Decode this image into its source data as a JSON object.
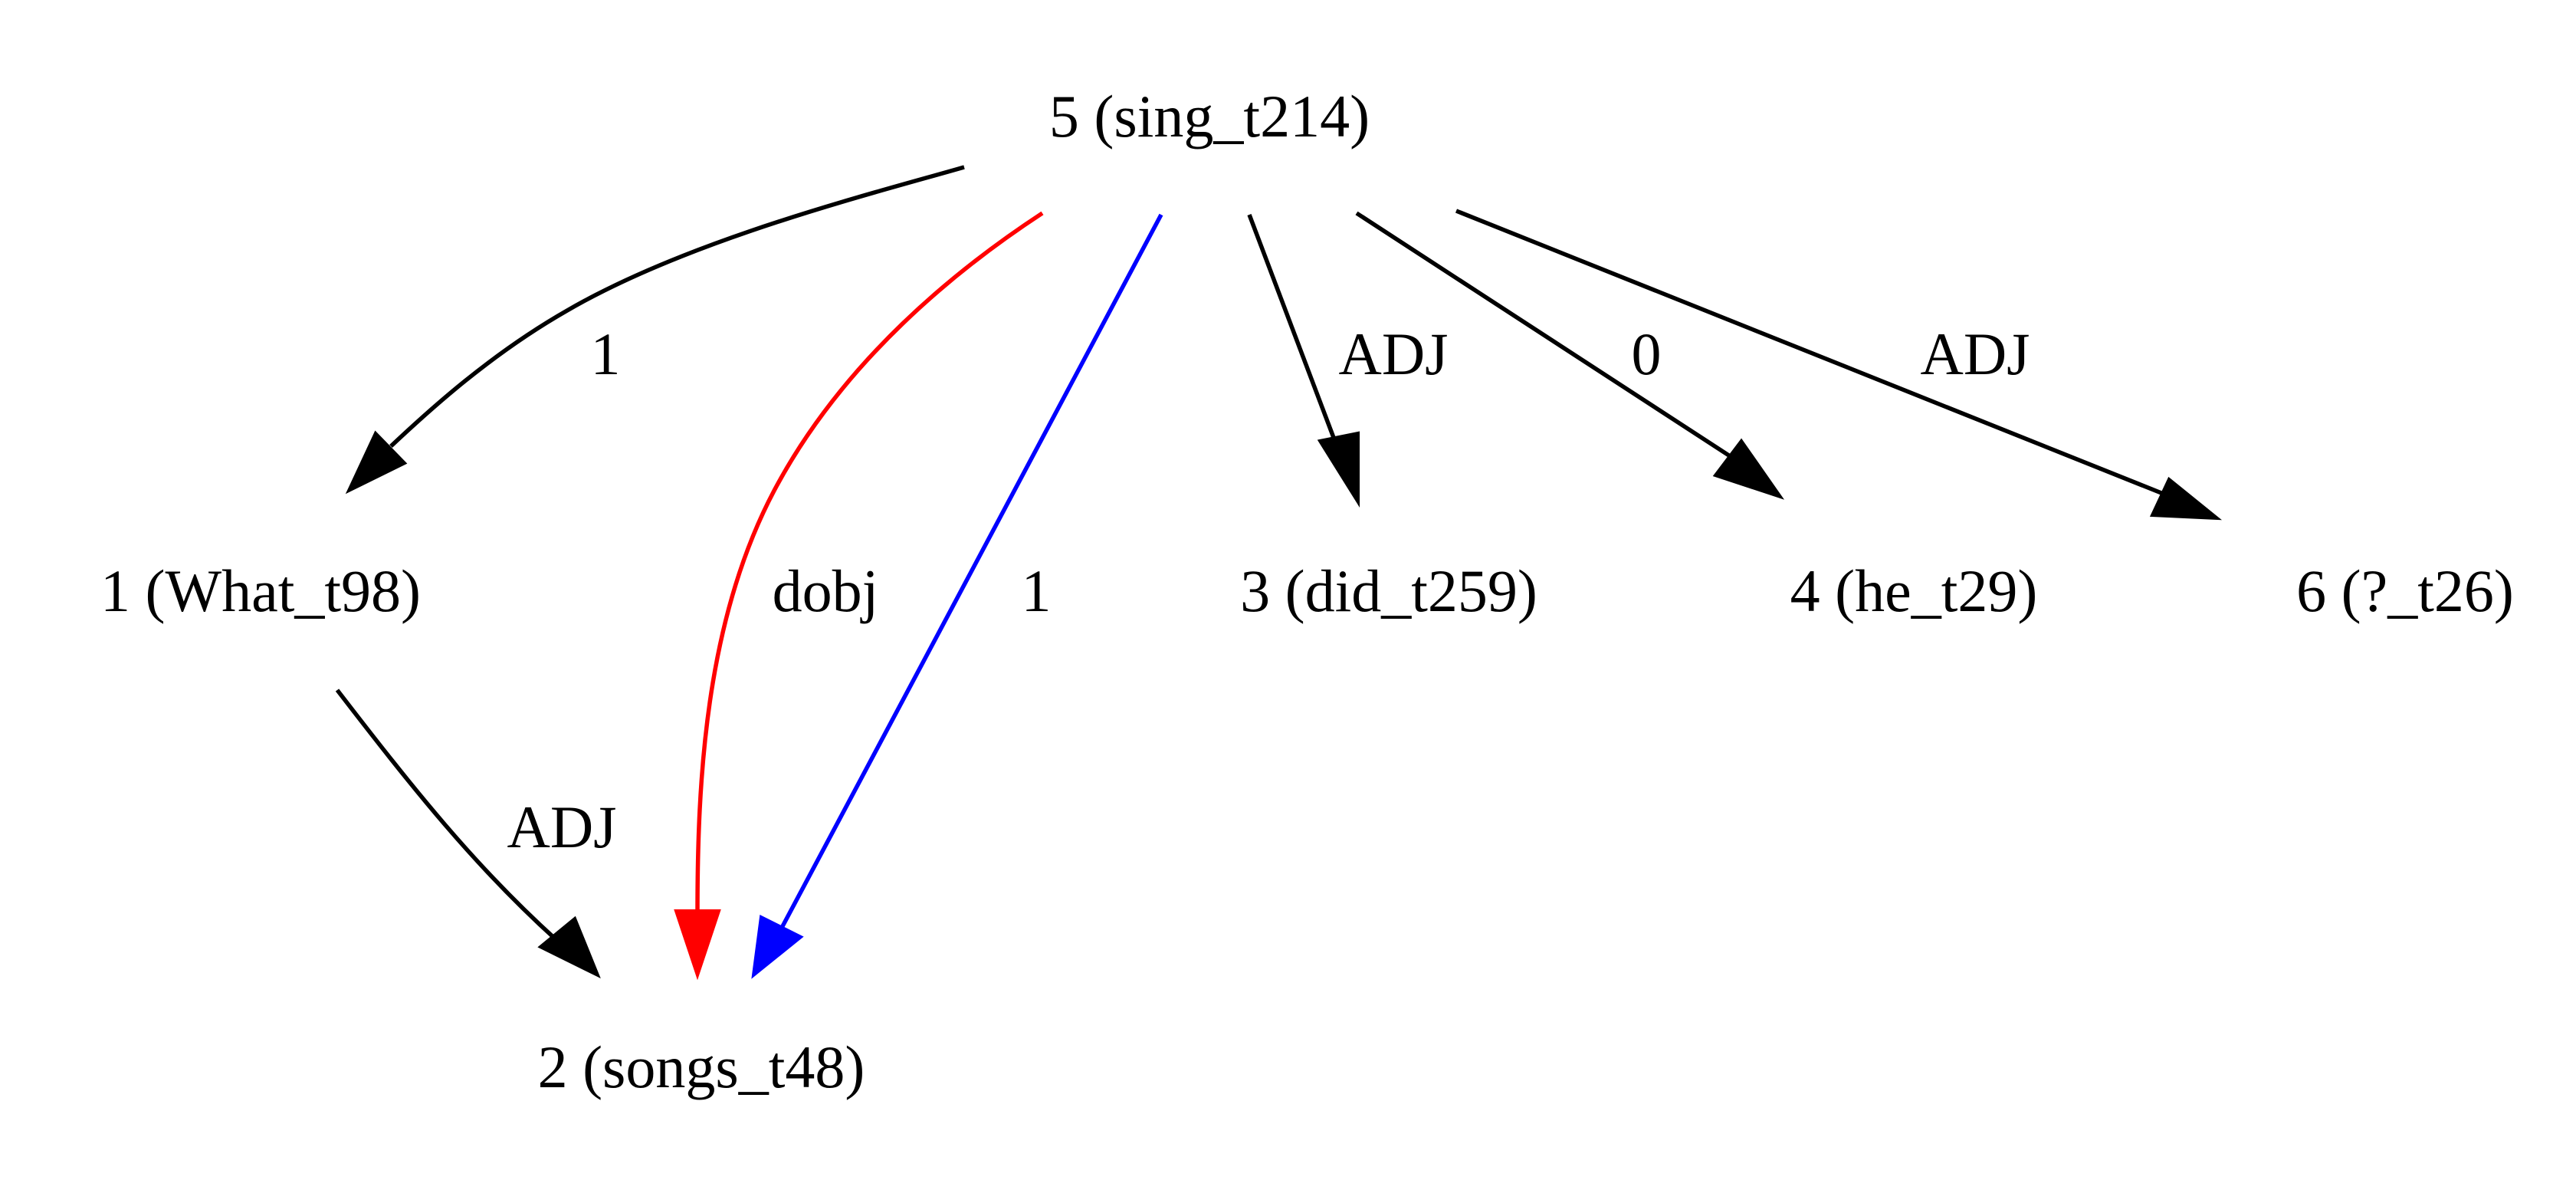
{
  "nodes": {
    "n5": "5 (sing_t214)",
    "n1": "1 (What_t98)",
    "n3": "3 (did_t259)",
    "n4": "4 (he_t29)",
    "n6": "6 (?_t26)",
    "n2": "2 (songs_t48)"
  },
  "edges": {
    "e5_1": {
      "label": "1",
      "color": "#000000"
    },
    "e5_2_red": {
      "label": "dobj",
      "color": "#ff0000"
    },
    "e5_2_blue": {
      "label": "1",
      "color": "#0000ff"
    },
    "e5_3": {
      "label": "ADJ",
      "color": "#000000"
    },
    "e5_4": {
      "label": "0",
      "color": "#000000"
    },
    "e5_6": {
      "label": "ADJ",
      "color": "#000000"
    },
    "e1_2": {
      "label": "ADJ",
      "color": "#000000"
    }
  }
}
